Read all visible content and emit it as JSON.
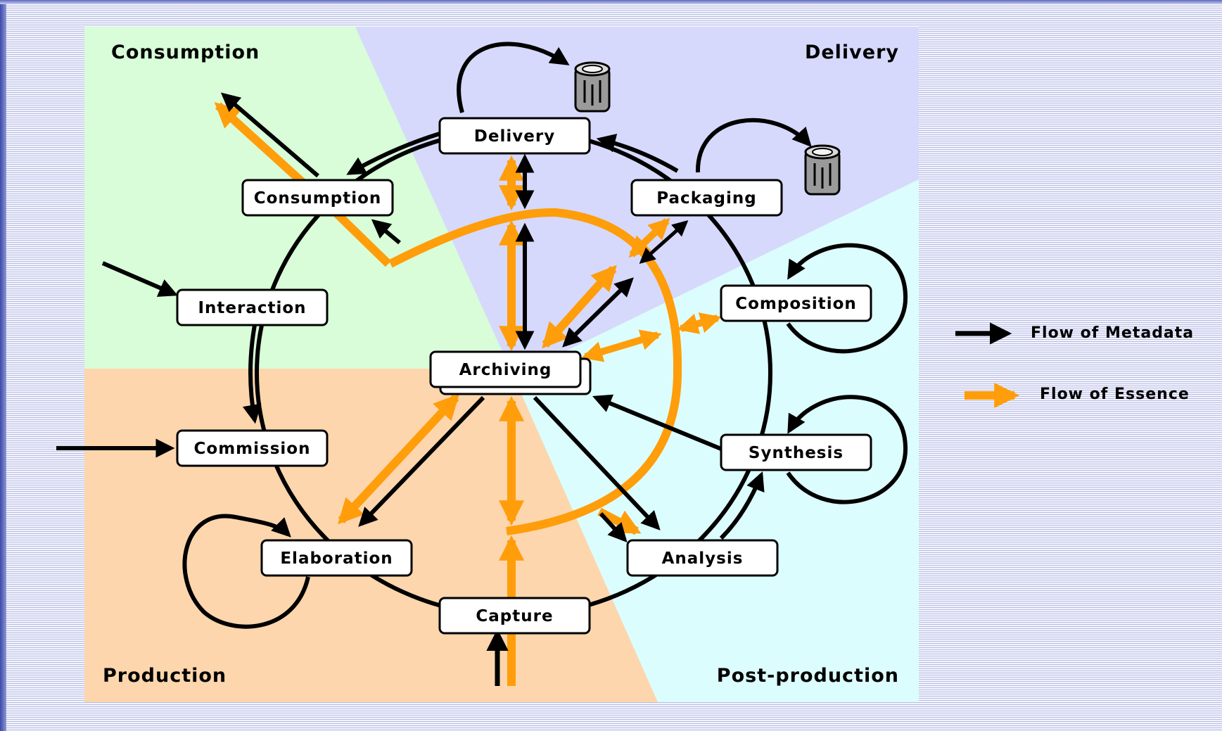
{
  "regions": {
    "consumption": "Consumption",
    "delivery": "Delivery",
    "production": "Production",
    "post_production": "Post-production"
  },
  "nodes": {
    "delivery": "Delivery",
    "consumption": "Consumption",
    "packaging": "Packaging",
    "interaction": "Interaction",
    "composition": "Composition",
    "archiving": "Archiving",
    "commission": "Commission",
    "synthesis": "Synthesis",
    "elaboration": "Elaboration",
    "analysis": "Analysis",
    "capture": "Capture"
  },
  "legend": {
    "metadata": "Flow of Metadata",
    "essence": "Flow of Essence"
  },
  "colors": {
    "metadata": "#000000",
    "essence": "#ff9d0a",
    "consumption_region": "#d8fdd8",
    "delivery_region": "#d6d9fb",
    "production_region": "#fdd6ad",
    "post_production_region": "#dcfdfd"
  },
  "icons": [
    "trash-bin-icon",
    "trash-bin-icon"
  ]
}
